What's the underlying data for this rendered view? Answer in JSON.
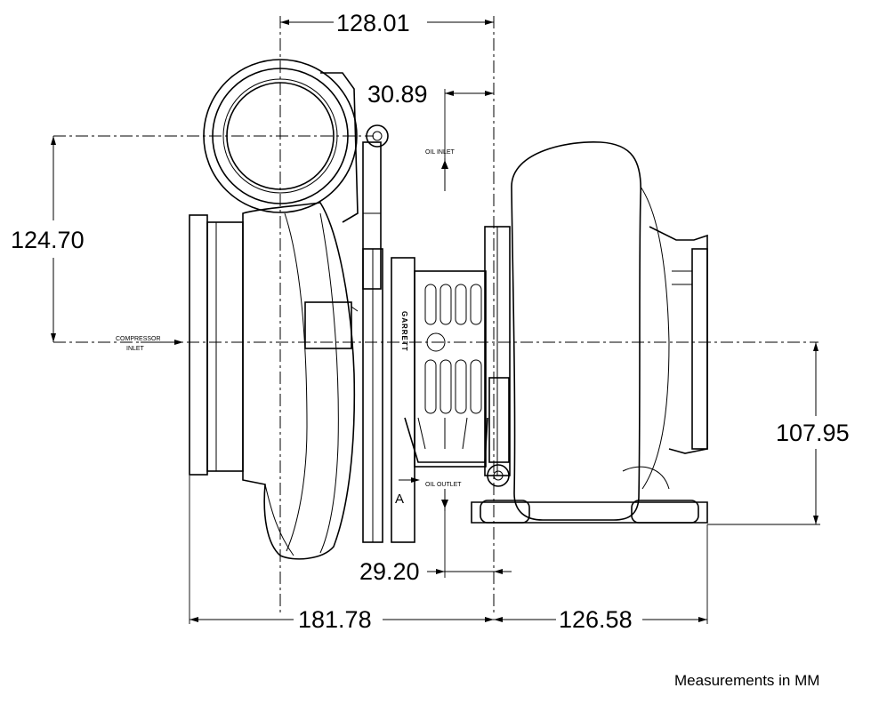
{
  "dimensions": {
    "top_overall": "128.01",
    "oil_inlet_offset": "30.89",
    "compressor_height": "124.70",
    "turbine_height": "107.95",
    "oil_outlet_offset": "29.20",
    "compressor_length": "181.78",
    "turbine_length": "126.58"
  },
  "labels": {
    "oil_inlet": "OIL INLET",
    "oil_outlet": "OIL OUTLET",
    "compressor_inlet_line1": "COMPRESSOR",
    "compressor_inlet_line2": "INLET",
    "view_marker": "A",
    "brand": "GARRETT"
  },
  "footer": {
    "units_note": "Measurements in MM"
  }
}
